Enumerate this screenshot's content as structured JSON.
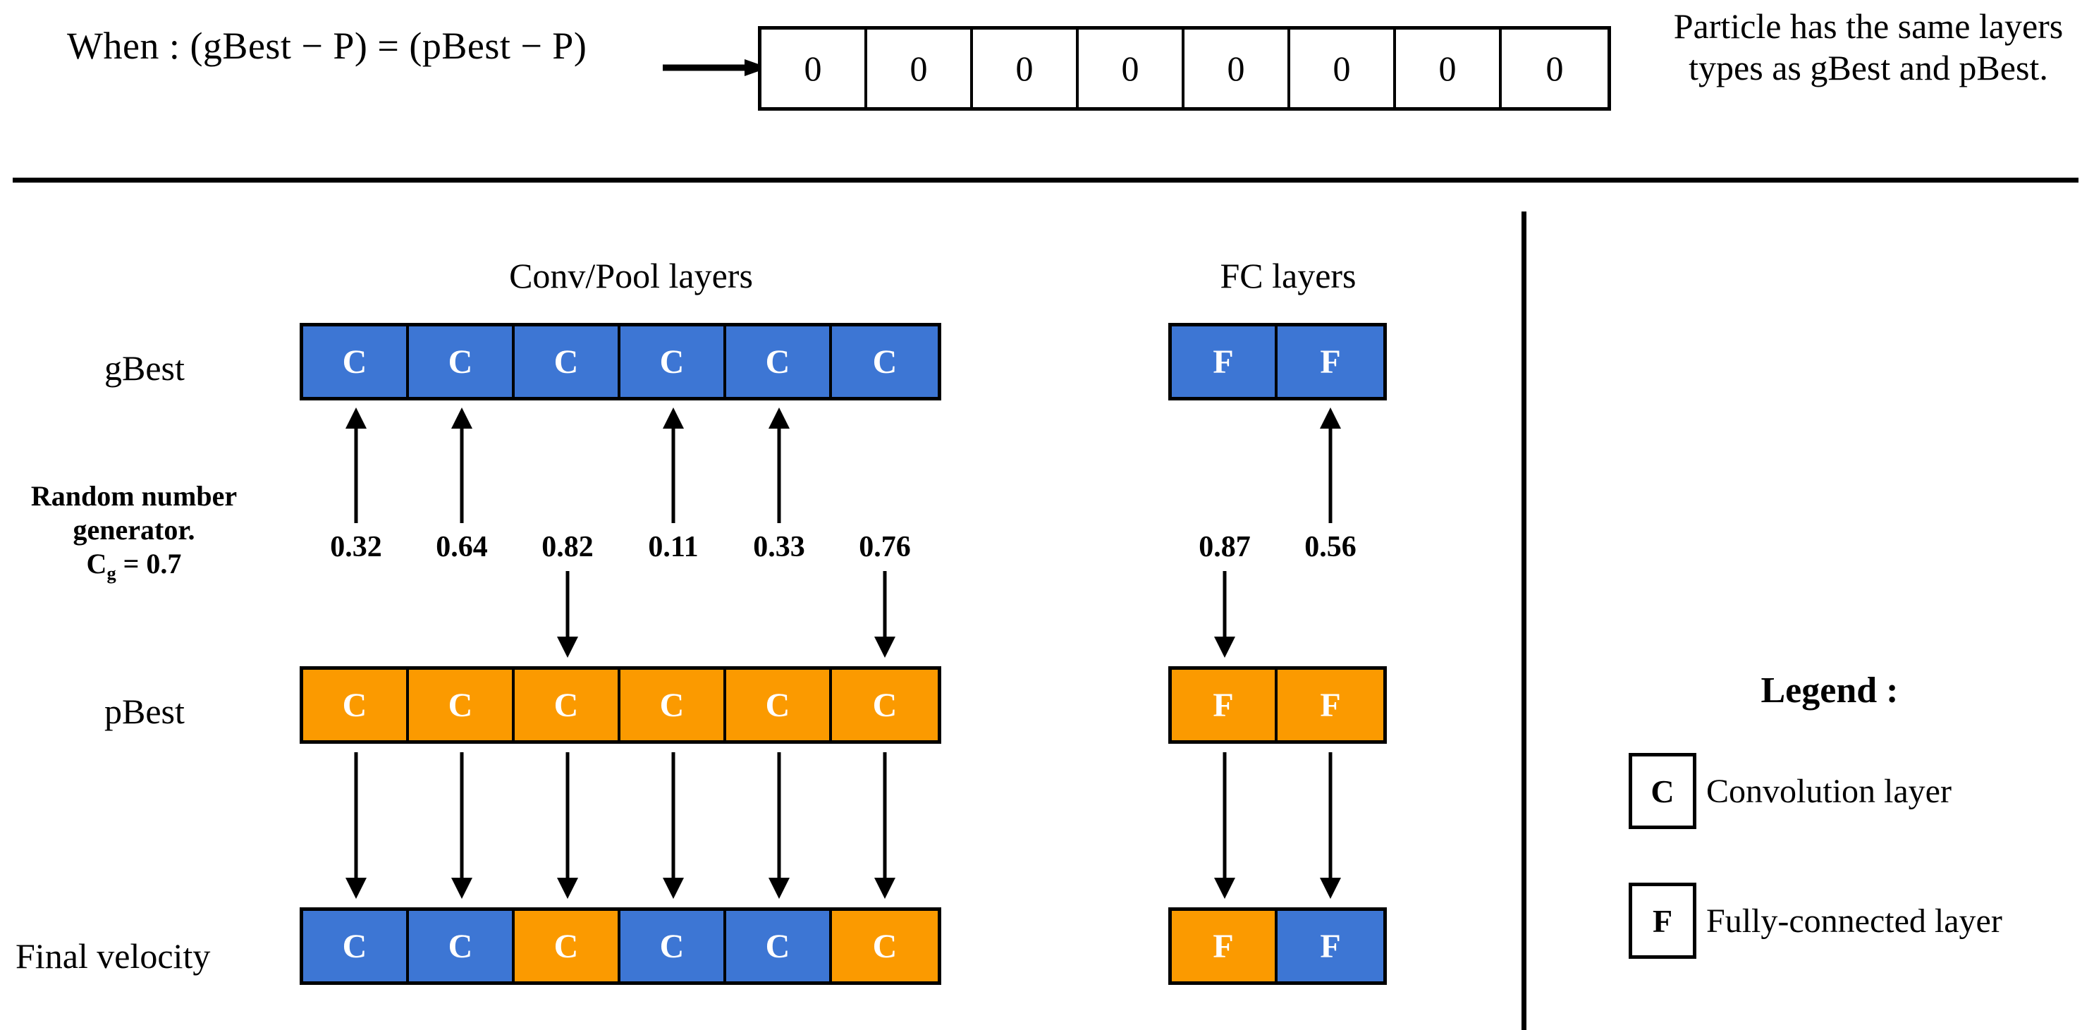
{
  "condition": {
    "formula": "When : (gBest − P) = (pBest − P)",
    "arrow_icon": "right-arrow-icon",
    "zero_cells": [
      "0",
      "0",
      "0",
      "0",
      "0",
      "0",
      "0",
      "0"
    ],
    "note": "Particle has the same layers types as gBest and pBest."
  },
  "headers": {
    "conv": "Conv/Pool layers",
    "fc": "FC layers"
  },
  "rows": {
    "gbest_label": "gBest",
    "pbest_label": "pBest",
    "final_label": "Final velocity"
  },
  "rng": {
    "line1": "Random number",
    "line2": "generator.",
    "symbol": "C",
    "subscript": "g",
    "equals": " = 0.7",
    "threshold": 0.7
  },
  "gbest": {
    "conv": [
      "C",
      "C",
      "C",
      "C",
      "C",
      "C"
    ],
    "fc": [
      "F",
      "F"
    ],
    "conv_colors": [
      "blue",
      "blue",
      "blue",
      "blue",
      "blue",
      "blue"
    ],
    "fc_colors": [
      "blue",
      "blue"
    ]
  },
  "pbest": {
    "conv": [
      "C",
      "C",
      "C",
      "C",
      "C",
      "C"
    ],
    "fc": [
      "F",
      "F"
    ],
    "conv_colors": [
      "orange",
      "orange",
      "orange",
      "orange",
      "orange",
      "orange"
    ],
    "fc_colors": [
      "orange",
      "orange"
    ]
  },
  "final_velocity": {
    "conv": [
      "C",
      "C",
      "C",
      "C",
      "C",
      "C"
    ],
    "fc": [
      "F",
      "F"
    ],
    "conv_colors": [
      "blue",
      "blue",
      "orange",
      "blue",
      "blue",
      "orange"
    ],
    "fc_colors": [
      "orange",
      "blue"
    ]
  },
  "random_numbers": {
    "conv": [
      "0.32",
      "0.64",
      "0.82",
      "0.11",
      "0.33",
      "0.76"
    ],
    "fc": [
      "0.87",
      "0.56"
    ],
    "conv_directions": [
      "up",
      "up",
      "down",
      "up",
      "up",
      "down"
    ],
    "fc_directions": [
      "down",
      "up"
    ]
  },
  "legend": {
    "title": "Legend :",
    "items": [
      {
        "symbol": "C",
        "text": "Convolution layer"
      },
      {
        "symbol": "F",
        "text": "Fully-connected layer"
      }
    ]
  },
  "colors": {
    "blue": "#3d76d4",
    "orange": "#fb9a00",
    "line": "#000000",
    "background": "#ffffff"
  }
}
